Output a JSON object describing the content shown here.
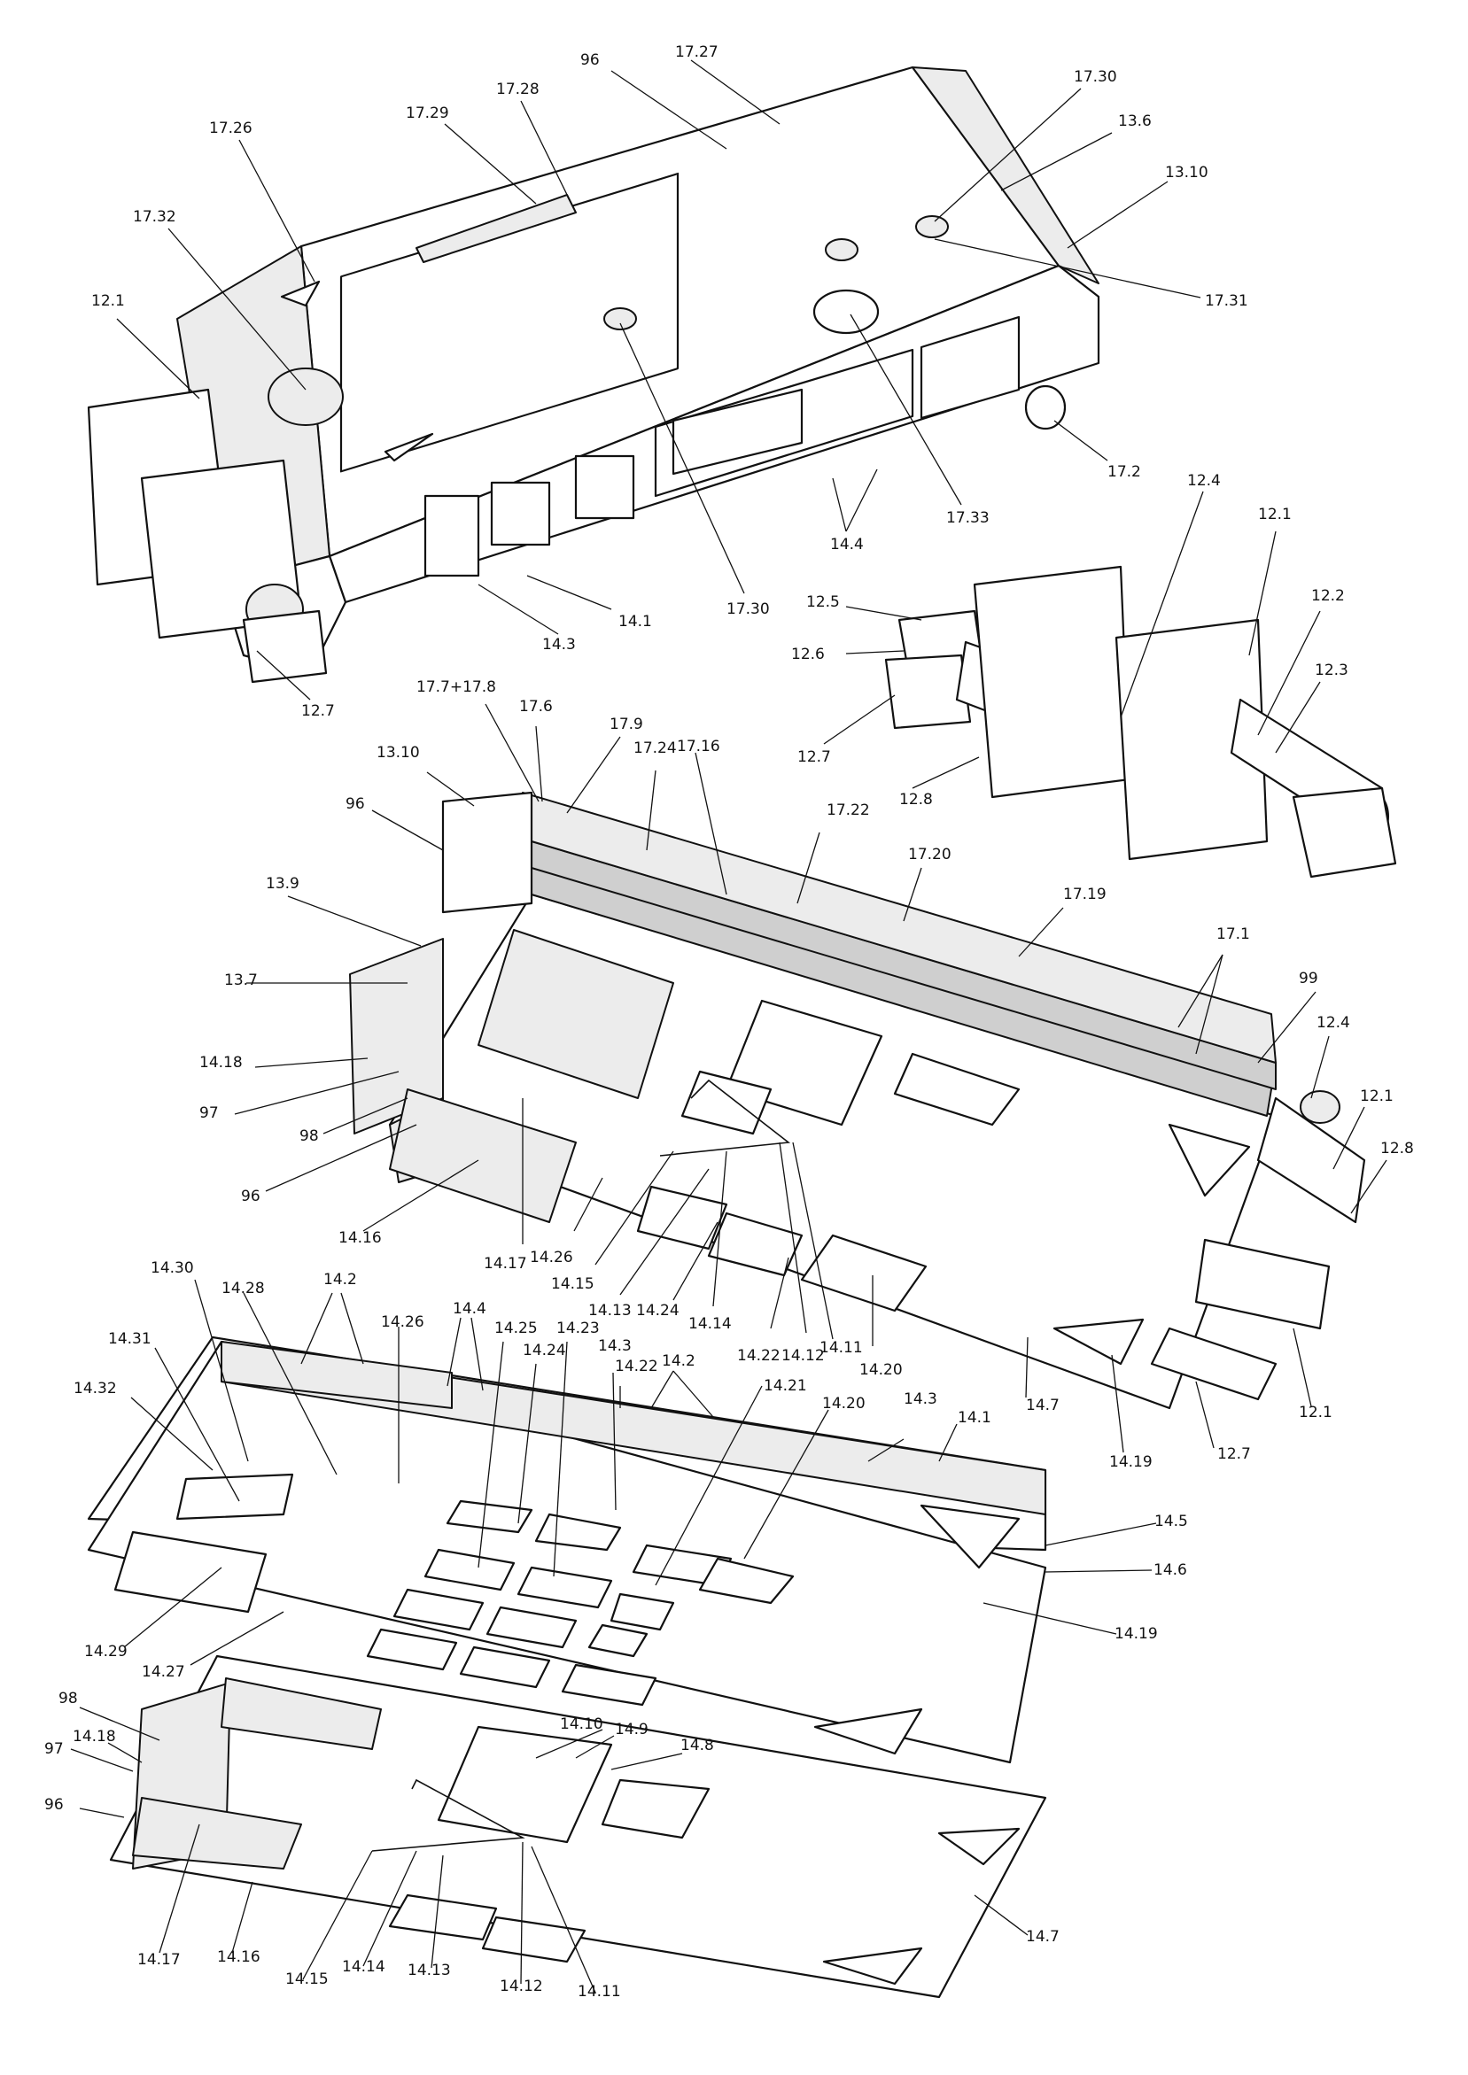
{
  "labels": [
    {
      "id": "p96a",
      "text": "96"
    },
    {
      "id": "p1727",
      "text": "17.27"
    },
    {
      "id": "p1728",
      "text": "17.28"
    },
    {
      "id": "p1729",
      "text": "17.29"
    },
    {
      "id": "p1726",
      "text": "17.26"
    },
    {
      "id": "p1732",
      "text": "17.32"
    },
    {
      "id": "p121a",
      "text": "12.1"
    },
    {
      "id": "p1730a",
      "text": "17.30"
    },
    {
      "id": "p136",
      "text": "13.6"
    },
    {
      "id": "p1310a",
      "text": "13.10"
    },
    {
      "id": "p1731",
      "text": "17.31"
    },
    {
      "id": "p172",
      "text": "17.2"
    },
    {
      "id": "p1733",
      "text": "17.33"
    },
    {
      "id": "p144a",
      "text": "14.4"
    },
    {
      "id": "p1730b",
      "text": "17.30"
    },
    {
      "id": "p141a",
      "text": "14.1"
    },
    {
      "id": "p143a",
      "text": "14.3"
    },
    {
      "id": "p127a",
      "text": "12.7"
    },
    {
      "id": "p124a",
      "text": "12.4"
    },
    {
      "id": "p121b",
      "text": "12.1"
    },
    {
      "id": "p122",
      "text": "12.2"
    },
    {
      "id": "p123",
      "text": "12.3"
    },
    {
      "id": "p125",
      "text": "12.5"
    },
    {
      "id": "p126",
      "text": "12.6"
    },
    {
      "id": "p127b",
      "text": "12.7"
    },
    {
      "id": "p128a",
      "text": "12.8"
    },
    {
      "id": "p1778",
      "text": "17.7+17.8"
    },
    {
      "id": "p176",
      "text": "17.6"
    },
    {
      "id": "p179",
      "text": "17.9"
    },
    {
      "id": "p1724",
      "text": "17.24"
    },
    {
      "id": "p1716",
      "text": "17.16"
    },
    {
      "id": "p1722",
      "text": "17.22"
    },
    {
      "id": "p1720",
      "text": "17.20"
    },
    {
      "id": "p1719",
      "text": "17.19"
    },
    {
      "id": "p171",
      "text": "17.1"
    },
    {
      "id": "p99",
      "text": "99"
    },
    {
      "id": "p124b",
      "text": "12.4"
    },
    {
      "id": "p121c",
      "text": "12.1"
    },
    {
      "id": "p128b",
      "text": "12.8"
    },
    {
      "id": "p1310b",
      "text": "13.10"
    },
    {
      "id": "p96b",
      "text": "96"
    },
    {
      "id": "p139",
      "text": "13.9"
    },
    {
      "id": "p137",
      "text": "13.7"
    },
    {
      "id": "p1418a",
      "text": "14.18"
    },
    {
      "id": "p97a",
      "text": "97"
    },
    {
      "id": "p98a",
      "text": "98"
    },
    {
      "id": "p96c",
      "text": "96"
    },
    {
      "id": "p1416a",
      "text": "14.16"
    },
    {
      "id": "p1417a",
      "text": "14.17"
    },
    {
      "id": "p1426a",
      "text": "14.26"
    },
    {
      "id": "p1415a",
      "text": "14.15"
    },
    {
      "id": "p1413a",
      "text": "14.13"
    },
    {
      "id": "p1424a",
      "text": "14.24"
    },
    {
      "id": "p1414a",
      "text": "14.14"
    },
    {
      "id": "p1422a",
      "text": "14.22"
    },
    {
      "id": "p1412a",
      "text": "14.12"
    },
    {
      "id": "p1411a",
      "text": "14.11"
    },
    {
      "id": "p1420a",
      "text": "14.20"
    },
    {
      "id": "p147a",
      "text": "14.7"
    },
    {
      "id": "p1419a",
      "text": "14.19"
    },
    {
      "id": "p127c",
      "text": "12.7"
    },
    {
      "id": "p121d",
      "text": "12.1"
    },
    {
      "id": "p1430",
      "text": "14.30"
    },
    {
      "id": "p1428",
      "text": "14.28"
    },
    {
      "id": "p142a",
      "text": "14.2"
    },
    {
      "id": "p1426b",
      "text": "14.26"
    },
    {
      "id": "p144b",
      "text": "14.4"
    },
    {
      "id": "p1425",
      "text": "14.25"
    },
    {
      "id": "p1423",
      "text": "14.23"
    },
    {
      "id": "p1431",
      "text": "14.31"
    },
    {
      "id": "p1424b",
      "text": "14.24"
    },
    {
      "id": "p143b",
      "text": "14.3"
    },
    {
      "id": "p1422b",
      "text": "14.22"
    },
    {
      "id": "p142b",
      "text": "14.2"
    },
    {
      "id": "p1432",
      "text": "14.32"
    },
    {
      "id": "p1421",
      "text": "14.21"
    },
    {
      "id": "p1420b",
      "text": "14.20"
    },
    {
      "id": "p143c",
      "text": "14.3"
    },
    {
      "id": "p141b",
      "text": "14.1"
    },
    {
      "id": "p145",
      "text": "14.5"
    },
    {
      "id": "p146",
      "text": "14.6"
    },
    {
      "id": "p1419b",
      "text": "14.19"
    },
    {
      "id": "p1429",
      "text": "14.29"
    },
    {
      "id": "p1427",
      "text": "14.27"
    },
    {
      "id": "p98b",
      "text": "98"
    },
    {
      "id": "p1418b",
      "text": "14.18"
    },
    {
      "id": "p97b",
      "text": "97"
    },
    {
      "id": "p1410",
      "text": "14.10"
    },
    {
      "id": "p149",
      "text": "14.9"
    },
    {
      "id": "p148",
      "text": "14.8"
    },
    {
      "id": "p96d",
      "text": "96"
    },
    {
      "id": "p147b",
      "text": "14.7"
    },
    {
      "id": "p1417b",
      "text": "14.17"
    },
    {
      "id": "p1416b",
      "text": "14.16"
    },
    {
      "id": "p1415b",
      "text": "14.15"
    },
    {
      "id": "p1414b",
      "text": "14.14"
    },
    {
      "id": "p1413b",
      "text": "14.13"
    },
    {
      "id": "p1412b",
      "text": "14.12"
    },
    {
      "id": "p1411b",
      "text": "14.11"
    }
  ]
}
